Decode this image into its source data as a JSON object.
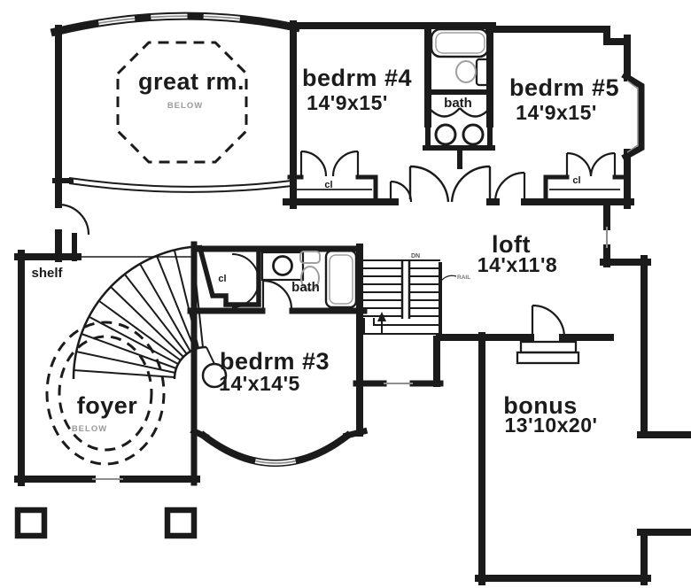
{
  "plan": {
    "rooms": {
      "great_room": {
        "name": "great rm.",
        "note": "BELOW"
      },
      "bedroom4": {
        "name": "bedrm #4",
        "dims": "14'9x15'"
      },
      "bath_upper": {
        "name": "bath"
      },
      "bedroom5": {
        "name": "bedrm #5",
        "dims": "14'9x15'"
      },
      "loft": {
        "name": "loft",
        "dims": "14'x11'8"
      },
      "shelf": {
        "name": "shelf"
      },
      "foyer": {
        "name": "foyer",
        "note": "BELOW"
      },
      "bath_hall": {
        "name": "bath"
      },
      "bedroom3": {
        "name": "bedrm #3",
        "dims": "14'x14'5"
      },
      "bonus": {
        "name": "bonus",
        "dims": "13'10x20'"
      }
    },
    "labels": {
      "closet": "cl",
      "down": "DN",
      "rail": "RAIL"
    },
    "colors": {
      "wall": "#1b1b1b",
      "fixture": "#9f9f9f",
      "note_text": "#9a9a9a",
      "background": "#ffffff"
    }
  }
}
